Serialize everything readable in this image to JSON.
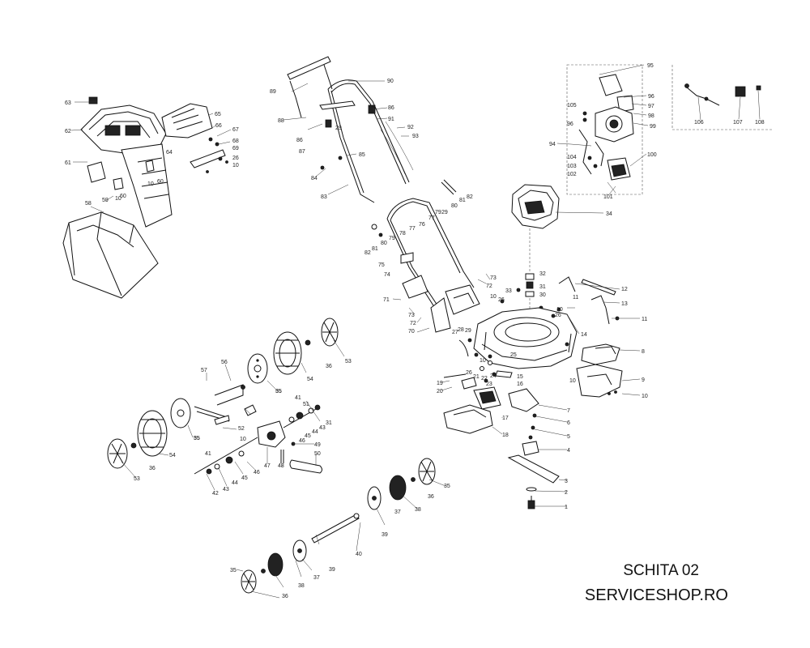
{
  "caption": {
    "title": "SCHITA 02",
    "site": "SERVICESHOP.RO"
  },
  "callouts": [
    {
      "id": "c1",
      "text": "1"
    },
    {
      "id": "c2",
      "text": "2"
    },
    {
      "id": "c3",
      "text": "3"
    },
    {
      "id": "c4",
      "text": "4"
    },
    {
      "id": "c5",
      "text": "5"
    },
    {
      "id": "c6",
      "text": "6"
    },
    {
      "id": "c7",
      "text": "7"
    },
    {
      "id": "c8",
      "text": "8"
    },
    {
      "id": "c9",
      "text": "9"
    },
    {
      "id": "c10a",
      "text": "10"
    },
    {
      "id": "c10b",
      "text": "10"
    },
    {
      "id": "c10c",
      "text": "10"
    },
    {
      "id": "c10d",
      "text": "10"
    },
    {
      "id": "c10e",
      "text": "10"
    },
    {
      "id": "c10f",
      "text": "10"
    },
    {
      "id": "c10g",
      "text": "10"
    },
    {
      "id": "c10h",
      "text": "10"
    },
    {
      "id": "c10i",
      "text": "10"
    },
    {
      "id": "c11a",
      "text": "11"
    },
    {
      "id": "c11b",
      "text": "11"
    },
    {
      "id": "c12",
      "text": "12"
    },
    {
      "id": "c13",
      "text": "13"
    },
    {
      "id": "c14",
      "text": "14"
    },
    {
      "id": "c15",
      "text": "15"
    },
    {
      "id": "c16",
      "text": "16"
    },
    {
      "id": "c17",
      "text": "17"
    },
    {
      "id": "c18",
      "text": "18"
    },
    {
      "id": "c19",
      "text": "19"
    },
    {
      "id": "c20",
      "text": "20"
    },
    {
      "id": "c21",
      "text": "21"
    },
    {
      "id": "c22",
      "text": "22"
    },
    {
      "id": "c23",
      "text": "23"
    },
    {
      "id": "c24",
      "text": "24"
    },
    {
      "id": "c25",
      "text": "25"
    },
    {
      "id": "c26a",
      "text": "26"
    },
    {
      "id": "c26b",
      "text": "26"
    },
    {
      "id": "c26c",
      "text": "26"
    },
    {
      "id": "c26d",
      "text": "26"
    },
    {
      "id": "c27",
      "text": "27"
    },
    {
      "id": "c28",
      "text": "28"
    },
    {
      "id": "c29a",
      "text": "29"
    },
    {
      "id": "c29b",
      "text": "29"
    },
    {
      "id": "c29c",
      "text": "29"
    },
    {
      "id": "c30",
      "text": "30"
    },
    {
      "id": "c31a",
      "text": "31"
    },
    {
      "id": "c31b",
      "text": "31"
    },
    {
      "id": "c32",
      "text": "32"
    },
    {
      "id": "c33",
      "text": "33"
    },
    {
      "id": "c34",
      "text": "34"
    },
    {
      "id": "c35a",
      "text": "35"
    },
    {
      "id": "c35b",
      "text": "35"
    },
    {
      "id": "c35c",
      "text": "35"
    },
    {
      "id": "c35d",
      "text": "35"
    },
    {
      "id": "c36a",
      "text": "36"
    },
    {
      "id": "c36b",
      "text": "36"
    },
    {
      "id": "c36c",
      "text": "36"
    },
    {
      "id": "c36d",
      "text": "36"
    },
    {
      "id": "c37a",
      "text": "37"
    },
    {
      "id": "c37b",
      "text": "37"
    },
    {
      "id": "c38a",
      "text": "38"
    },
    {
      "id": "c38b",
      "text": "38"
    },
    {
      "id": "c39a",
      "text": "39"
    },
    {
      "id": "c39b",
      "text": "39"
    },
    {
      "id": "c40",
      "text": "40"
    },
    {
      "id": "c41a",
      "text": "41"
    },
    {
      "id": "c41b",
      "text": "41"
    },
    {
      "id": "c42",
      "text": "42"
    },
    {
      "id": "c43a",
      "text": "43"
    },
    {
      "id": "c43b",
      "text": "43"
    },
    {
      "id": "c44a",
      "text": "44"
    },
    {
      "id": "c44b",
      "text": "44"
    },
    {
      "id": "c45a",
      "text": "45"
    },
    {
      "id": "c45b",
      "text": "45"
    },
    {
      "id": "c46a",
      "text": "46"
    },
    {
      "id": "c46b",
      "text": "46"
    },
    {
      "id": "c47",
      "text": "47"
    },
    {
      "id": "c48",
      "text": "48"
    },
    {
      "id": "c49",
      "text": "49"
    },
    {
      "id": "c50",
      "text": "50"
    },
    {
      "id": "c51",
      "text": "51"
    },
    {
      "id": "c52",
      "text": "52"
    },
    {
      "id": "c53a",
      "text": "53"
    },
    {
      "id": "c53b",
      "text": "53"
    },
    {
      "id": "c54a",
      "text": "54"
    },
    {
      "id": "c54b",
      "text": "54"
    },
    {
      "id": "c55a",
      "text": "55"
    },
    {
      "id": "c55b",
      "text": "55"
    },
    {
      "id": "c56",
      "text": "56"
    },
    {
      "id": "c57",
      "text": "57"
    },
    {
      "id": "c58",
      "text": "58"
    },
    {
      "id": "c59",
      "text": "59"
    },
    {
      "id": "c60a",
      "text": "60"
    },
    {
      "id": "c60b",
      "text": "60"
    },
    {
      "id": "c61",
      "text": "61"
    },
    {
      "id": "c62",
      "text": "62"
    },
    {
      "id": "c63",
      "text": "63"
    },
    {
      "id": "c64",
      "text": "64"
    },
    {
      "id": "c65",
      "text": "65"
    },
    {
      "id": "c66",
      "text": "66"
    },
    {
      "id": "c67",
      "text": "67"
    },
    {
      "id": "c68",
      "text": "68"
    },
    {
      "id": "c69",
      "text": "69"
    },
    {
      "id": "c70",
      "text": "70"
    },
    {
      "id": "c71",
      "text": "71"
    },
    {
      "id": "c72a",
      "text": "72"
    },
    {
      "id": "c72b",
      "text": "72"
    },
    {
      "id": "c73a",
      "text": "73"
    },
    {
      "id": "c73b",
      "text": "73"
    },
    {
      "id": "c74",
      "text": "74"
    },
    {
      "id": "c75",
      "text": "75"
    },
    {
      "id": "c76",
      "text": "76"
    },
    {
      "id": "c77a",
      "text": "77"
    },
    {
      "id": "c77b",
      "text": "77"
    },
    {
      "id": "c78",
      "text": "78"
    },
    {
      "id": "c79a",
      "text": "79"
    },
    {
      "id": "c79b",
      "text": "79"
    },
    {
      "id": "c80a",
      "text": "80"
    },
    {
      "id": "c80b",
      "text": "80"
    },
    {
      "id": "c81a",
      "text": "81"
    },
    {
      "id": "c81b",
      "text": "81"
    },
    {
      "id": "c82a",
      "text": "82"
    },
    {
      "id": "c82b",
      "text": "82"
    },
    {
      "id": "c83",
      "text": "83"
    },
    {
      "id": "c84",
      "text": "84"
    },
    {
      "id": "c85",
      "text": "85"
    },
    {
      "id": "c86a",
      "text": "86"
    },
    {
      "id": "c86b",
      "text": "86"
    },
    {
      "id": "c87",
      "text": "87"
    },
    {
      "id": "c88",
      "text": "88"
    },
    {
      "id": "c89",
      "text": "89"
    },
    {
      "id": "c90",
      "text": "90"
    },
    {
      "id": "c91",
      "text": "91"
    },
    {
      "id": "c92",
      "text": "92"
    },
    {
      "id": "c93",
      "text": "93"
    },
    {
      "id": "c94",
      "text": "94"
    },
    {
      "id": "c95",
      "text": "95"
    },
    {
      "id": "c96a",
      "text": "96"
    },
    {
      "id": "c96b",
      "text": "96"
    },
    {
      "id": "c97",
      "text": "97"
    },
    {
      "id": "c98",
      "text": "98"
    },
    {
      "id": "c99",
      "text": "99"
    },
    {
      "id": "c100",
      "text": "100"
    },
    {
      "id": "c101",
      "text": "101"
    },
    {
      "id": "c102",
      "text": "102"
    },
    {
      "id": "c103",
      "text": "103"
    },
    {
      "id": "c104",
      "text": "104"
    },
    {
      "id": "c105",
      "text": "105"
    },
    {
      "id": "c106",
      "text": "106"
    },
    {
      "id": "c107",
      "text": "107"
    },
    {
      "id": "c108",
      "text": "108"
    }
  ]
}
